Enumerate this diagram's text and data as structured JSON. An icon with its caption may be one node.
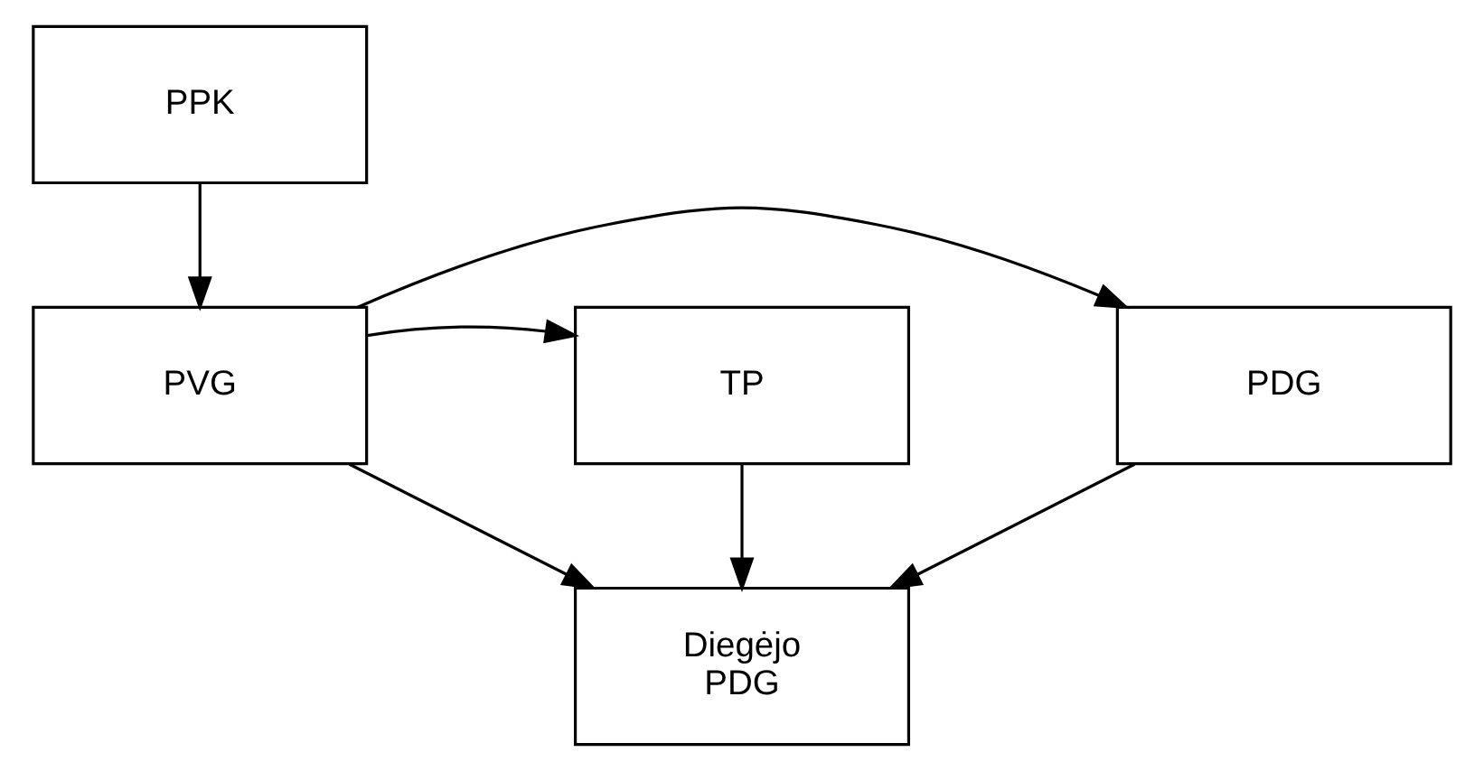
{
  "diagram": {
    "nodes": [
      {
        "text": [
          "PPK"
        ]
      },
      {
        "text": [
          "PDG"
        ]
      },
      {
        "text": [
          "PVG"
        ]
      },
      {
        "text": [
          "TP"
        ]
      },
      {
        "text": [
          "Diegėjo PDG"
        ]
      }
    ],
    "edges": [
      {
        "from": 0,
        "to": 2,
        "arrow": "to"
      },
      {
        "from": 2,
        "to": 1,
        "arrow": "to"
      },
      {
        "from": 2,
        "to": 3,
        "arrow": "to"
      },
      {
        "from": 1,
        "to": 4,
        "arrow": "to"
      },
      {
        "from": 2,
        "to": 4,
        "arrow": "to"
      },
      {
        "from": 3,
        "to": 4,
        "arrow": "to"
      }
    ]
  }
}
